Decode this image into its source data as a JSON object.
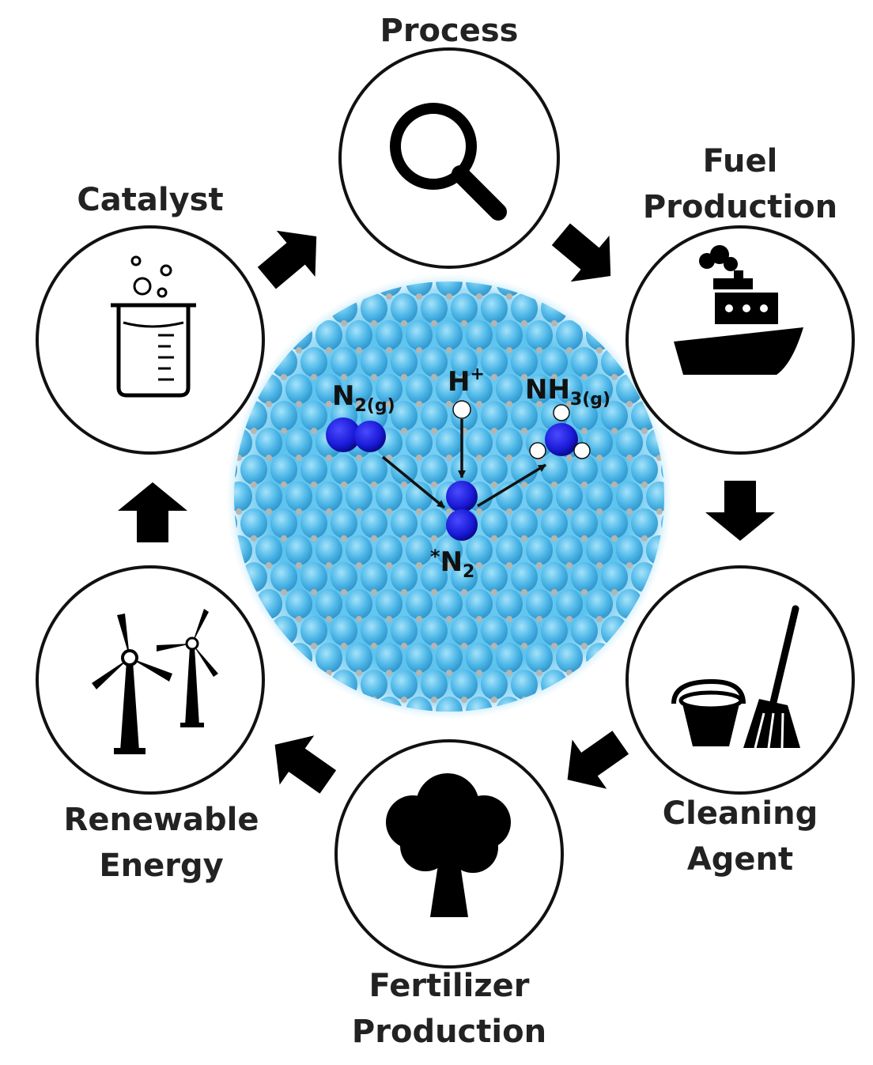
{
  "nodes": {
    "process": "Process",
    "fuel_1": "Fuel",
    "fuel_2": "Production",
    "cleaning_1": "Cleaning",
    "cleaning_2": "Agent",
    "fertilizer_1": "Fertilizer",
    "fertilizer_2": "Production",
    "renewable_1": "Renewable",
    "renewable_2": "Energy",
    "catalyst": "Catalyst"
  },
  "mechanism": {
    "n2_gas": "N",
    "n2_gas_sub": "2(g)",
    "proton": "H",
    "proton_sup": "+",
    "ammonia": "NH",
    "ammonia_sub": "3(g)",
    "adsorbed_star": "*",
    "adsorbed": "N",
    "adsorbed_sub": "2"
  },
  "icons": [
    "magnifier-icon",
    "ship-icon",
    "bucket-mop-icon",
    "tree-icon",
    "wind-turbine-icon",
    "beaker-icon"
  ],
  "colors": {
    "surface": "#5cc6f0",
    "nitrogen_atom": "#1a1ad8",
    "hydrogen_atom": "#ffffff",
    "arrow": "#000000"
  }
}
